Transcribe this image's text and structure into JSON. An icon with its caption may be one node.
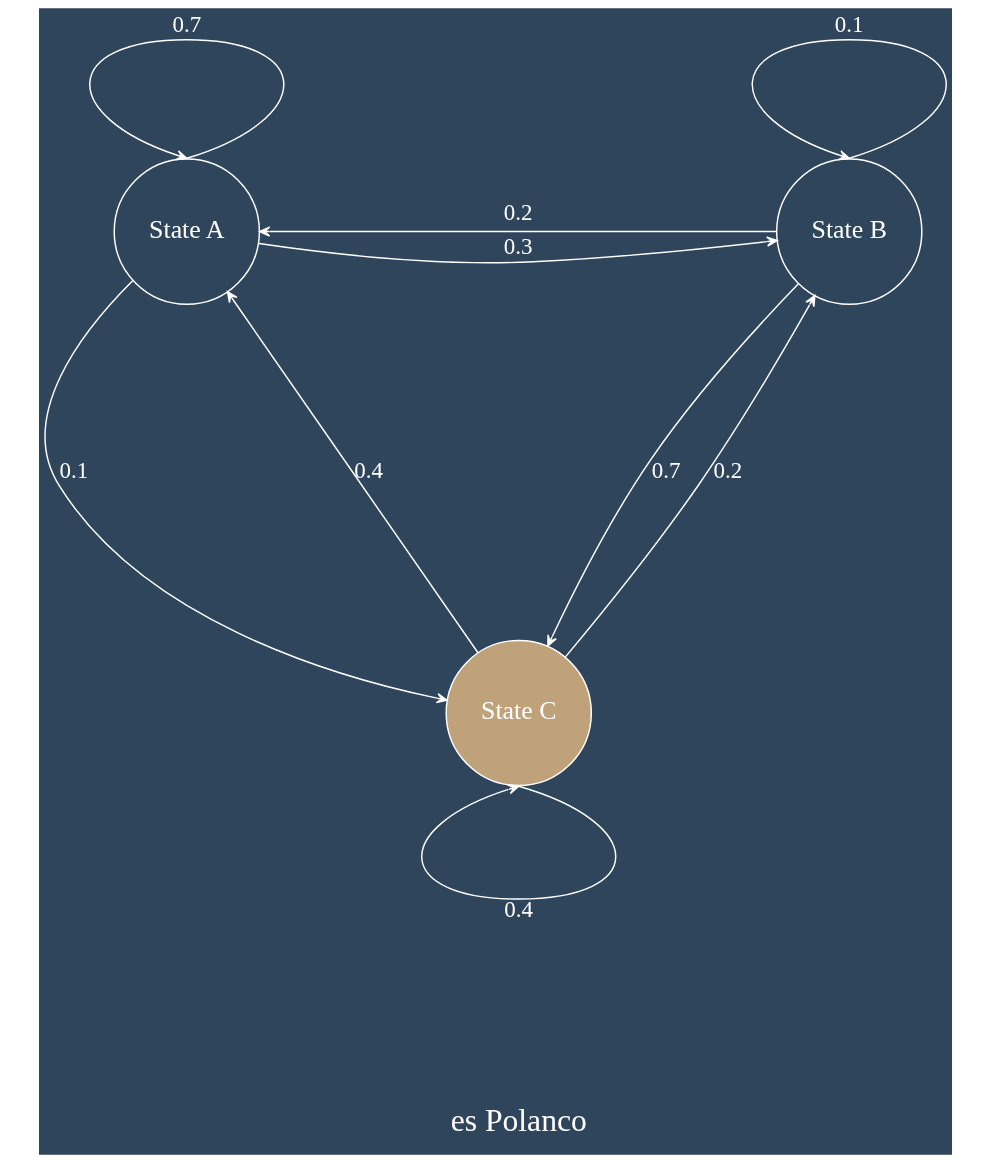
{
  "diagram": {
    "nodes": [
      {
        "text": [
          "State A"
        ]
      },
      {
        "text": [
          "State B"
        ]
      },
      {
        "text": [
          "State C"
        ]
      }
    ],
    "edges": [
      {
        "from": 0,
        "to": 0,
        "arrow": "to",
        "label": "0.7"
      },
      {
        "from": 1,
        "to": 1,
        "arrow": "to",
        "label": "0.1"
      },
      {
        "from": 1,
        "to": 0,
        "arrow": "to",
        "label": "0.2"
      },
      {
        "from": 0,
        "to": 1,
        "arrow": "to",
        "label": "0.3"
      },
      {
        "from": 0,
        "to": 2,
        "arrow": "to",
        "label": "0.1"
      },
      {
        "from": 2,
        "to": 0,
        "arrow": "to",
        "label": "0.4"
      },
      {
        "from": 1,
        "to": 2,
        "arrow": "to",
        "label": "0.7"
      },
      {
        "from": 2,
        "to": 1,
        "arrow": "to",
        "label": "0.2"
      },
      {
        "from": 2,
        "to": 2,
        "arrow": "to",
        "label": "0.4"
      }
    ],
    "labels": [
      "es Polanco"
    ]
  }
}
